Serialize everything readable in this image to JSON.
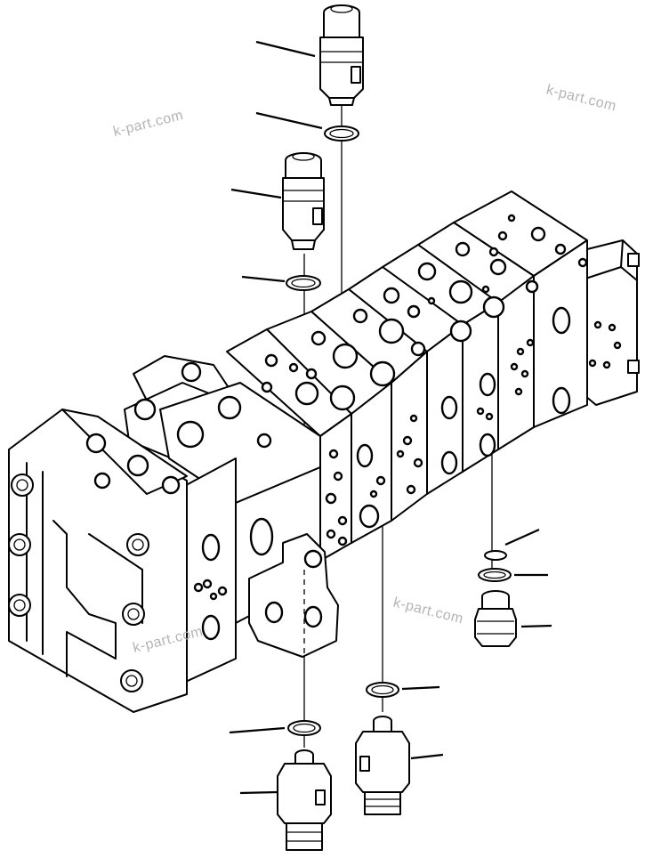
{
  "watermarks": [
    "k-part.com",
    "k-part.com",
    "k-part.com",
    "k-part.com"
  ],
  "colors": {
    "line": "#000000",
    "background": "#ffffff",
    "watermark": "#b4b4b4"
  },
  "parts": [
    "relief-valve-top",
    "o-ring-top",
    "relief-valve-upper",
    "o-ring-upper",
    "control-valve-block",
    "o-ring-right-small",
    "o-ring-right-large",
    "plug-right",
    "o-ring-lower-middle",
    "relief-valve-lower-middle",
    "o-ring-lower-left",
    "relief-valve-lower-left"
  ]
}
